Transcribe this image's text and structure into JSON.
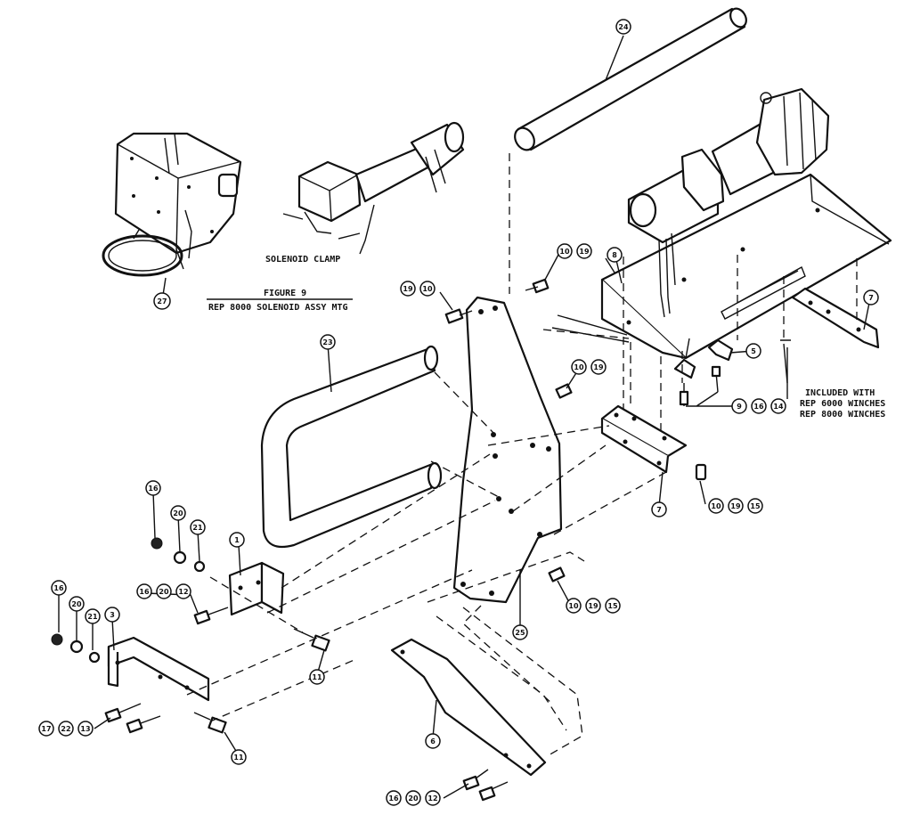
{
  "figure_caption": {
    "line1": "FIGURE 9",
    "line2": "REP 8000 SOLENOID ASSY MTG"
  },
  "solenoid_label": "SOLENOID CLAMP",
  "included_note": {
    "line1": "INCLUDED WITH",
    "line2": "REP 6000 WINCHES",
    "line3": "REP 8000 WINCHES"
  },
  "callouts": {
    "c24": "24",
    "c27": "27",
    "c8": "8",
    "c7a": "7",
    "c7b": "7",
    "c5": "5",
    "c10a": "10",
    "c19a": "19",
    "c19b": "19",
    "c10b": "10",
    "c10c": "10",
    "c19c": "19",
    "c9": "9",
    "c16a": "16",
    "c14": "14",
    "c23": "23",
    "c10d": "10",
    "c19d": "19",
    "c15a": "15",
    "c10e": "10",
    "c19e": "19",
    "c15b": "15",
    "c25": "25",
    "c16b": "16",
    "c20a": "20",
    "c21a": "21",
    "c1": "1",
    "c16c": "16",
    "c20b": "20",
    "c12a": "12",
    "c11a": "11",
    "c16d": "16",
    "c20c": "20",
    "c21b": "21",
    "c3": "3",
    "c17": "17",
    "c22": "22",
    "c13": "13",
    "c11b": "11",
    "c6": "6",
    "c16e": "16",
    "c20d": "20",
    "c12b": "12"
  }
}
